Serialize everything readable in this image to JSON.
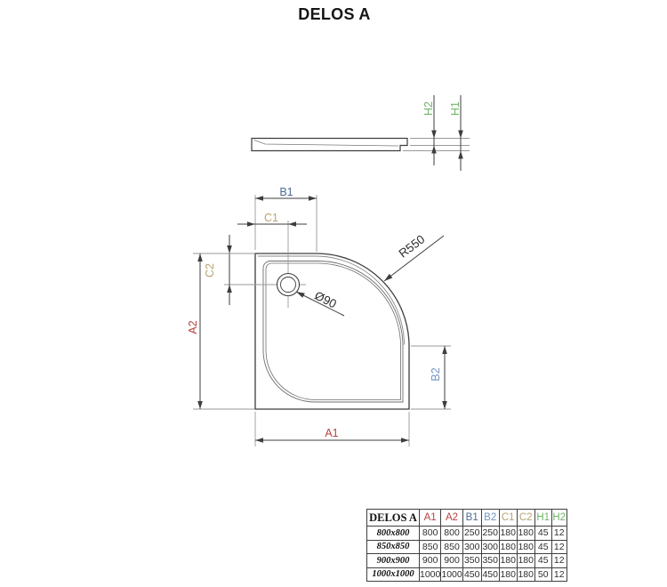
{
  "title": "DELOS A",
  "drawing": {
    "side_view": {
      "h1_label": "H1",
      "h2_label": "H2"
    },
    "plan_view": {
      "b1_label": "B1",
      "c1_label": "C1",
      "c2_label": "C2",
      "a2_label": "A2",
      "a1_label": "A1",
      "b2_label": "B2",
      "radius_label": "R550",
      "drain_label": "Ø90"
    }
  },
  "colors": {
    "a_dimension": "#b8433e",
    "b1_dimension": "#4a6b96",
    "b2_dimension": "#6f94c4",
    "c_dimension": "#b9a271",
    "h_dimension": "#6fb667",
    "outline": "#3d3d3d",
    "aux_lines": "#9a9a9a"
  },
  "table": {
    "title": "DELOS A",
    "columns": [
      {
        "label": "A1",
        "color": "#b8433e"
      },
      {
        "label": "A2",
        "color": "#b8433e"
      },
      {
        "label": "B1",
        "color": "#4a6b96"
      },
      {
        "label": "B2",
        "color": "#6f94c4"
      },
      {
        "label": "C1",
        "color": "#b9a271"
      },
      {
        "label": "C2",
        "color": "#b9a271"
      },
      {
        "label": "H1",
        "color": "#6fb667"
      },
      {
        "label": "H2",
        "color": "#6fb667"
      }
    ],
    "rows": [
      {
        "size": "800x800",
        "values": [
          "800",
          "800",
          "250",
          "250",
          "180",
          "180",
          "45",
          "12"
        ]
      },
      {
        "size": "850x850",
        "values": [
          "850",
          "850",
          "300",
          "300",
          "180",
          "180",
          "45",
          "12"
        ]
      },
      {
        "size": "900x900",
        "values": [
          "900",
          "900",
          "350",
          "350",
          "180",
          "180",
          "45",
          "12"
        ]
      },
      {
        "size": "1000x1000",
        "values": [
          "1000",
          "1000",
          "450",
          "450",
          "180",
          "180",
          "50",
          "12"
        ]
      }
    ]
  }
}
